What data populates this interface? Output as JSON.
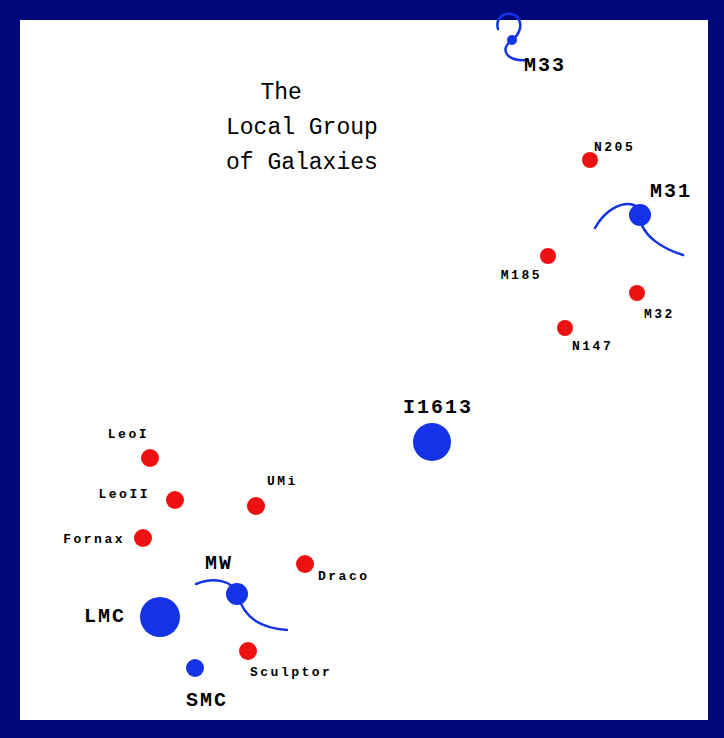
{
  "diagram": {
    "title": "The Local Group of Galaxies",
    "nodes": [
      {
        "text": [
          "M33"
        ]
      },
      {
        "text": [
          "N205"
        ]
      },
      {
        "text": [
          "M31"
        ]
      },
      {
        "text": [
          "M185"
        ]
      },
      {
        "text": [
          "M32"
        ]
      },
      {
        "text": [
          "N147"
        ]
      },
      {
        "text": [
          "I1613"
        ]
      },
      {
        "text": [
          "LeoI"
        ]
      },
      {
        "text": [
          "LeoII"
        ]
      },
      {
        "text": [
          "UMi"
        ]
      },
      {
        "text": [
          "Fornax"
        ]
      },
      {
        "text": [
          "MW"
        ]
      },
      {
        "text": [
          "Draco"
        ]
      },
      {
        "text": [
          "LMC"
        ]
      },
      {
        "text": [
          "SMC"
        ]
      },
      {
        "text": [
          "Sculptor"
        ]
      }
    ]
  }
}
